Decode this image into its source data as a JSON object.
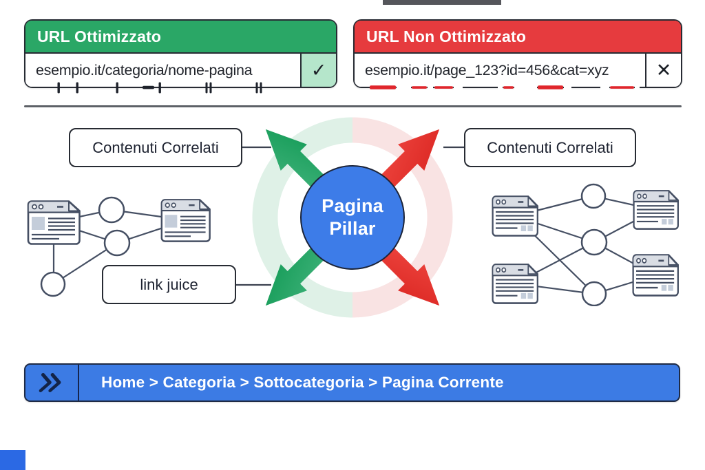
{
  "optimized_card": {
    "title": "URL Ottimizzato",
    "url": "esempio.it/categoria/nome-pagina",
    "check_glyph": "✓"
  },
  "unoptimized_card": {
    "title": "URL Non Ottimizzato",
    "url": "esempio.it/page_123?id=456&cat=xyz",
    "x_glyph": "✕"
  },
  "hub": {
    "center_line1": "Pagina",
    "center_line2": "Pillar",
    "left_box_label": "Contenuti Correlati",
    "right_box_label": "Contenuti Correlati",
    "link_juice_label": "link juice"
  },
  "breadcrumb": {
    "path_text": "Home > Categoria > Sottocategoria > Pagina Corrente"
  },
  "colors": {
    "green": "#2aa766",
    "green_badge": "#b5e6cb",
    "red": "#e63b3e",
    "pillar_blue": "#3d7ce8",
    "breadcrumb_blue": "#3c7be4",
    "ring_green": "#dff1e7",
    "ring_pink": "#f9e3e3",
    "green_arrow": "#1ba15e",
    "red_arrow": "#e73330",
    "ink": "#23262d",
    "icon_slate": "#454f63"
  }
}
